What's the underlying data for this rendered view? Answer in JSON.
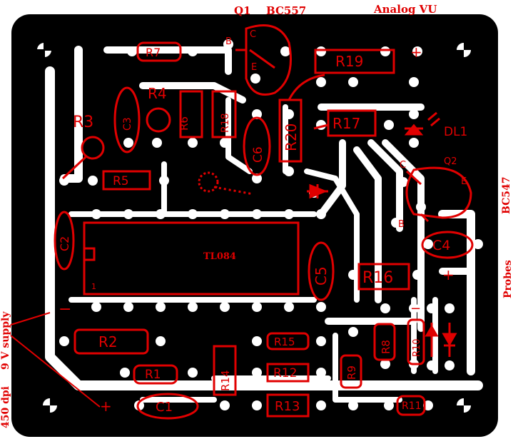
{
  "header": {
    "q1": "Q1",
    "q1_part": "BC557",
    "title": "Analog VU"
  },
  "side_labels": {
    "q2_part": "BC547",
    "probes": "Probes",
    "supply": "9 V supply",
    "dpi": "450 dpi"
  },
  "ic": {
    "name": "TL084",
    "pin1": "1"
  },
  "components": {
    "r1": "R1",
    "r2": "R2",
    "r3": "R3",
    "r4": "R4",
    "r5": "R5",
    "r6": "R6",
    "r7": "R7",
    "r8": "R8",
    "r9": "R9",
    "r10": "R10",
    "r11": "R11",
    "r12": "R12",
    "r13": "R13",
    "r14": "R14",
    "r15": "R15",
    "r16": "R16",
    "r17": "R17",
    "r18": "R18",
    "r19": "R19",
    "r20": "R20",
    "c1": "C1",
    "c2": "C2",
    "c3": "C3",
    "c4": "C4",
    "c5": "C5",
    "c6": "C6",
    "dl1": "DL1",
    "q2": "Q2"
  },
  "pins": {
    "q1_b": "B",
    "q1_c": "C",
    "q1_e": "E",
    "q2_b": "B",
    "q2_c": "C",
    "q2_e": "E"
  },
  "polarity": {
    "plus": "+",
    "minus": "−"
  },
  "colors": {
    "board": "#000000",
    "copper": "#ffffff",
    "silkscreen": "#e00000",
    "background": "#ffffff"
  }
}
